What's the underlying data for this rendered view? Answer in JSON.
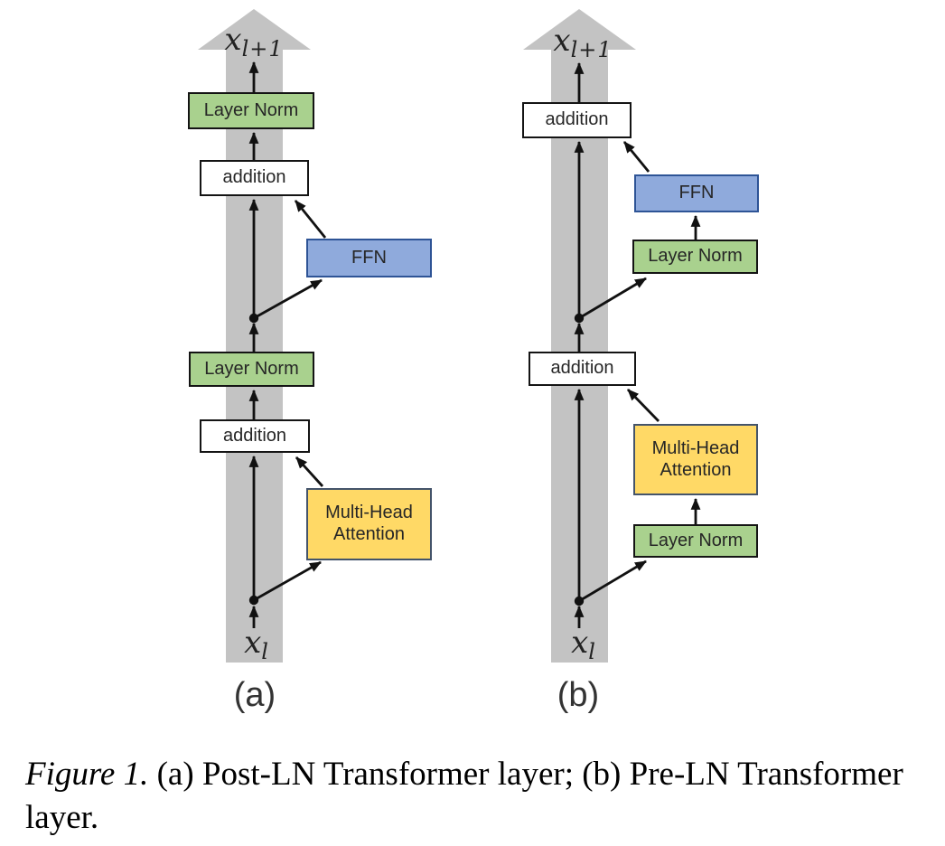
{
  "figure": {
    "caption": {
      "prefix": "Figure 1.",
      "line1": " (a) Post-LN Transformer layer; (b) Pre-LN Transformer",
      "line2": "layer."
    }
  },
  "colors": {
    "residual_band_gray": "#c3c3c3",
    "layer_norm_fill": "#a9d18e",
    "ffn_fill": "#8faadc",
    "attention_fill": "#ffd966",
    "addition_fill": "#ffffff",
    "dark_border": "#141414",
    "ffn_border": "#2e5496",
    "attention_border": "#44546a",
    "arrow_color": "#111111"
  },
  "diagram_a": {
    "panel_label": "(a)",
    "output_label": {
      "base": "x",
      "sub": "l+1"
    },
    "input_label": {
      "base": "x",
      "sub": "l"
    },
    "nodes": {
      "layer_norm_top": "Layer Norm",
      "addition_top": "addition",
      "ffn": "FFN",
      "layer_norm_mid": "Layer Norm",
      "addition_bottom": "addition",
      "attention": "Multi-Head Attention"
    }
  },
  "diagram_b": {
    "panel_label": "(b)",
    "output_label": {
      "base": "x",
      "sub": "l+1"
    },
    "input_label": {
      "base": "x",
      "sub": "l"
    },
    "nodes": {
      "addition_top": "addition",
      "ffn": "FFN",
      "layer_norm_upper": "Layer Norm",
      "addition_bottom": "addition",
      "attention": "Multi-Head Attention",
      "layer_norm_lower": "Layer Norm"
    }
  }
}
